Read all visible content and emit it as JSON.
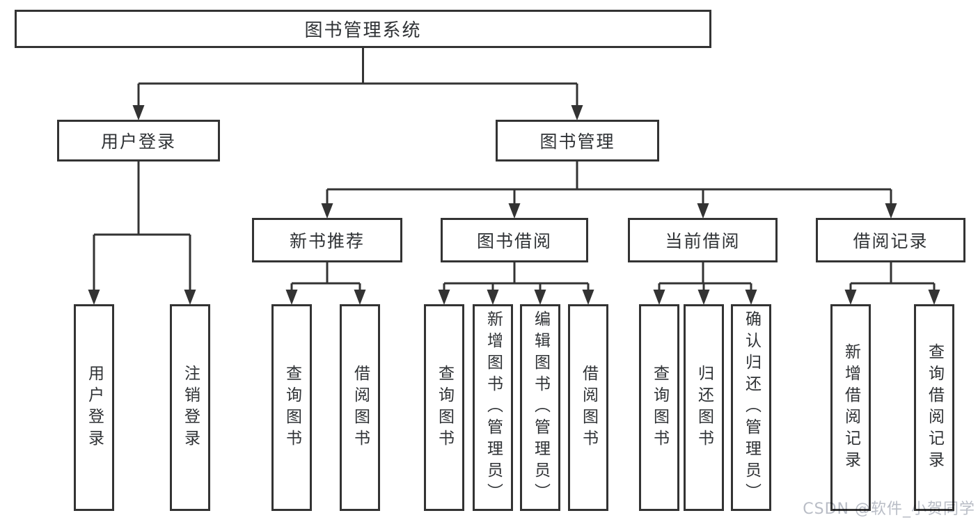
{
  "tree": {
    "label": "图书管理系统",
    "children": [
      {
        "label": "用户登录",
        "children": [
          {
            "label": "用户登录"
          },
          {
            "label": "注销登录"
          }
        ]
      },
      {
        "label": "图书管理",
        "children": [
          {
            "label": "新书推荐",
            "children": [
              {
                "label": "查询图书"
              },
              {
                "label": "借阅图书"
              }
            ]
          },
          {
            "label": "图书借阅",
            "children": [
              {
                "label": "查询图书"
              },
              {
                "label": "新增图书（管理员）"
              },
              {
                "label": "编辑图书（管理员）"
              },
              {
                "label": "借阅图书"
              }
            ]
          },
          {
            "label": "当前借阅",
            "children": [
              {
                "label": "查询图书"
              },
              {
                "label": "归还图书"
              },
              {
                "label": "确认归还（管理员）"
              }
            ]
          },
          {
            "label": "借阅记录",
            "children": [
              {
                "label": "新增借阅记录"
              },
              {
                "label": "查询借阅记录"
              }
            ]
          }
        ]
      }
    ]
  },
  "watermark": {
    "text": "CSDN @软件_小贺同学"
  },
  "colors": {
    "line": "#333333",
    "text": "#2f3235",
    "watermark_gray": "#b9bdc6",
    "background": "#ffffff"
  }
}
